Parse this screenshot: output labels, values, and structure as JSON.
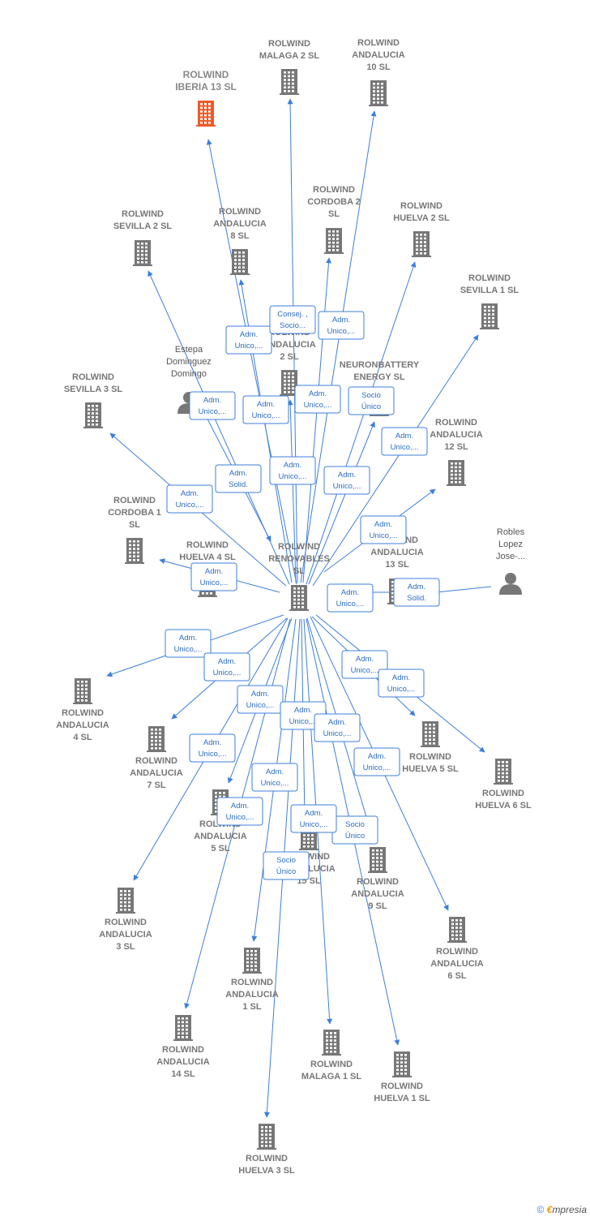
{
  "colors": {
    "edge": "#3d7fdb",
    "building": "#777777",
    "focus_building": "#f05a28",
    "label": "#777777"
  },
  "nodes": [
    {
      "id": "center",
      "type": "building",
      "lines": [
        "ROLWIND",
        "RENOVABLES",
        "SL"
      ]
    },
    {
      "id": "iberia13",
      "type": "building",
      "focus": true,
      "lines": [
        "ROLWIND",
        "IBERIA 13  SL"
      ]
    },
    {
      "id": "malaga2",
      "type": "building",
      "lines": [
        "ROLWIND",
        "MALAGA 2  SL"
      ]
    },
    {
      "id": "andalucia10",
      "type": "building",
      "lines": [
        "ROLWIND",
        "ANDALUCIA",
        "10  SL"
      ]
    },
    {
      "id": "sevilla2",
      "type": "building",
      "lines": [
        "ROLWIND",
        "SEVILLA 2  SL"
      ]
    },
    {
      "id": "andalucia8",
      "type": "building",
      "lines": [
        "ROLWIND",
        "ANDALUCIA",
        "8  SL"
      ]
    },
    {
      "id": "cordoba2",
      "type": "building",
      "lines": [
        "ROLWIND",
        "CORDOBA 2",
        "SL"
      ]
    },
    {
      "id": "huelva2",
      "type": "building",
      "lines": [
        "ROLWIND",
        "HUELVA 2  SL"
      ]
    },
    {
      "id": "sevilla1",
      "type": "building",
      "lines": [
        "ROLWIND",
        "SEVILLA 1  SL"
      ]
    },
    {
      "id": "andalucia2",
      "type": "building",
      "lines": [
        "ROLWIND",
        "ANDALUCIA",
        "2  SL"
      ]
    },
    {
      "id": "estepa",
      "type": "person",
      "lines": [
        "Estepa",
        "Dominguez",
        "Domingo"
      ]
    },
    {
      "id": "neuron",
      "type": "building",
      "lines": [
        "NEURONBATTERY",
        "ENERGY  SL"
      ]
    },
    {
      "id": "sevilla3",
      "type": "building",
      "lines": [
        "ROLWIND",
        "SEVILLA 3  SL"
      ]
    },
    {
      "id": "andalucia12",
      "type": "building",
      "lines": [
        "ROLWIND",
        "ANDALUCIA",
        "12  SL"
      ]
    },
    {
      "id": "cordoba1",
      "type": "building",
      "lines": [
        "ROLWIND",
        "CORDOBA 1",
        "SL"
      ]
    },
    {
      "id": "huelva4",
      "type": "building",
      "lines": [
        "ROLWIND",
        "HUELVA 4  SL"
      ]
    },
    {
      "id": "andalucia13",
      "type": "building",
      "lines": [
        "ROLWIND",
        "ANDALUCIA",
        "13  SL"
      ]
    },
    {
      "id": "robles",
      "type": "person",
      "lines": [
        "Robles",
        "Lopez",
        "Jose-..."
      ]
    },
    {
      "id": "andalucia4",
      "type": "building",
      "lines": [
        "ROLWIND",
        "ANDALUCIA",
        "4  SL"
      ]
    },
    {
      "id": "andalucia7",
      "type": "building",
      "lines": [
        "ROLWIND",
        "ANDALUCIA",
        "7  SL"
      ]
    },
    {
      "id": "huelva5",
      "type": "building",
      "lines": [
        "ROLWIND",
        "HUELVA 5  SL"
      ]
    },
    {
      "id": "huelva6",
      "type": "building",
      "lines": [
        "ROLWIND",
        "HUELVA 6  SL"
      ]
    },
    {
      "id": "andalucia5",
      "type": "building",
      "lines": [
        "ROLWIND",
        "ANDALUCIA",
        "5  SL"
      ]
    },
    {
      "id": "andalucia15",
      "type": "building",
      "lines": [
        "ROLWIND",
        "ANDALUCIA",
        "15  SL"
      ]
    },
    {
      "id": "andalucia9",
      "type": "building",
      "lines": [
        "ROLWIND",
        "ANDALUCIA",
        "9  SL"
      ]
    },
    {
      "id": "andalucia3",
      "type": "building",
      "lines": [
        "ROLWIND",
        "ANDALUCIA",
        "3  SL"
      ]
    },
    {
      "id": "andalucia6",
      "type": "building",
      "lines": [
        "ROLWIND",
        "ANDALUCIA",
        "6  SL"
      ]
    },
    {
      "id": "andalucia1",
      "type": "building",
      "lines": [
        "ROLWIND",
        "ANDALUCIA",
        "1  SL"
      ]
    },
    {
      "id": "andalucia14",
      "type": "building",
      "lines": [
        "ROLWIND",
        "ANDALUCIA",
        "14  SL"
      ]
    },
    {
      "id": "malaga1",
      "type": "building",
      "lines": [
        "ROLWIND",
        "MALAGA 1  SL"
      ]
    },
    {
      "id": "huelva1",
      "type": "building",
      "lines": [
        "ROLWIND",
        "HUELVA 1  SL"
      ]
    },
    {
      "id": "huelva3",
      "type": "building",
      "lines": [
        "ROLWIND",
        "HUELVA 3  SL"
      ]
    }
  ],
  "edges": [
    {
      "from": "center",
      "to": "iberia13",
      "label": [
        "Adm.",
        "Unico,..."
      ]
    },
    {
      "from": "center",
      "to": "malaga2",
      "label": [
        "Consej. ,",
        "Socio..."
      ]
    },
    {
      "from": "center",
      "to": "andalucia10",
      "label": [
        "Adm.",
        "Unico,..."
      ]
    },
    {
      "from": "center",
      "to": "sevilla2",
      "label": [
        "Adm.",
        "Unico,..."
      ]
    },
    {
      "from": "center",
      "to": "andalucia8",
      "label": [
        "Adm.",
        "Unico,..."
      ]
    },
    {
      "from": "center",
      "to": "cordoba2",
      "label": [
        "Adm.",
        "Unico,..."
      ]
    },
    {
      "from": "center",
      "to": "huelva2",
      "label": [
        "Socio",
        "Único"
      ]
    },
    {
      "from": "center",
      "to": "sevilla1",
      "label": [
        "Adm.",
        "Unico,..."
      ]
    },
    {
      "from": "center",
      "to": "andalucia2",
      "label": [
        "Adm.",
        "Unico,..."
      ]
    },
    {
      "from": "estepa",
      "to": "center",
      "label": [
        "Adm.",
        "Solid."
      ]
    },
    {
      "from": "center",
      "to": "neuron",
      "label": [
        "Adm.",
        "Unico,..."
      ]
    },
    {
      "from": "center",
      "to": "sevilla3",
      "label": [
        "Adm.",
        "Unico,..."
      ]
    },
    {
      "from": "center",
      "to": "andalucia12",
      "label": [
        "Adm.",
        "Unico,..."
      ]
    },
    {
      "from": "center",
      "to": "huelva4",
      "label": [
        "Adm.",
        "Unico,..."
      ]
    },
    {
      "from": "center",
      "to": "andalucia13",
      "label": [
        "Adm.",
        "Unico,..."
      ]
    },
    {
      "from": "robles",
      "to": "andalucia13",
      "label": [
        "Adm.",
        "Solid."
      ]
    },
    {
      "from": "center",
      "to": "andalucia4",
      "label": [
        "Adm.",
        "Unico,..."
      ]
    },
    {
      "from": "center",
      "to": "andalucia7",
      "label": [
        "Adm.",
        "Unico,..."
      ]
    },
    {
      "from": "center",
      "to": "huelva5",
      "label": [
        "Adm.",
        "Unico,..."
      ]
    },
    {
      "from": "center",
      "to": "huelva6",
      "label": [
        "Adm.",
        "Unico,..."
      ]
    },
    {
      "from": "center",
      "to": "andalucia5",
      "label": [
        "Adm.",
        "Unico,..."
      ]
    },
    {
      "from": "center",
      "to": "andalucia15",
      "label": [
        "Adm.",
        "Unico,..."
      ]
    },
    {
      "from": "center",
      "to": "andalucia9",
      "label": [
        "Socio",
        "Único"
      ]
    },
    {
      "from": "center",
      "to": "andalucia3",
      "label": [
        "Adm.",
        "Unico,..."
      ]
    },
    {
      "from": "center",
      "to": "andalucia6",
      "label": [
        "Adm.",
        "Unico,..."
      ]
    },
    {
      "from": "center",
      "to": "andalucia1",
      "label": [
        "Adm.",
        "Unico,..."
      ]
    },
    {
      "from": "center",
      "to": "andalucia14",
      "label": [
        "Adm.",
        "Unico,..."
      ]
    },
    {
      "from": "center",
      "to": "malaga1",
      "label": [
        "Adm.",
        "Unico,..."
      ]
    },
    {
      "from": "center",
      "to": "huelva1",
      "label": [
        "Adm.",
        "Unico,..."
      ]
    },
    {
      "from": "center",
      "to": "huelva3",
      "label": [
        "Socio",
        "Único"
      ]
    }
  ],
  "footer": {
    "copyright": "©",
    "brand_initial": "€",
    "brand_rest": "mpresia"
  }
}
